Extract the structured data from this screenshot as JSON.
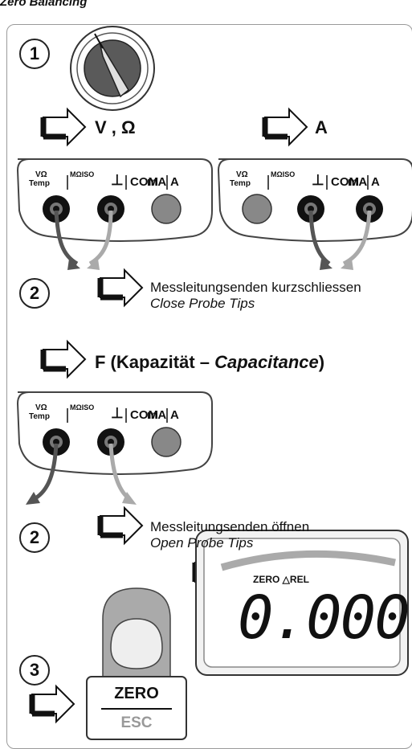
{
  "header": {
    "title": "Zero Balancing"
  },
  "steps": {
    "step1": "1",
    "step2a": "2",
    "step2b": "2",
    "step3": "3"
  },
  "selections": {
    "volt_ohm": "V , Ω",
    "ampere": "A",
    "capacitance_prefix": "F (Kapazität – ",
    "capacitance_italic": "Capacitance",
    "capacitance_suffix": ")"
  },
  "jack_labels": {
    "v_omega": "VΩ",
    "temp": "Temp",
    "m_omega_iso": "MΩISO",
    "ground": "⊥",
    "com": "COM",
    "ma": "mA",
    "a": "A"
  },
  "instructions": {
    "close_de": "Messleitungsenden kurzschliessen",
    "close_en": "Close Probe Tips",
    "open_de": "Messleitungsenden öffnen",
    "open_en": "Open Probe Tips"
  },
  "key": {
    "primary": "ZERO",
    "secondary": "ESC"
  },
  "display": {
    "indicator": "ZERO △REL",
    "reading": "0.000"
  }
}
